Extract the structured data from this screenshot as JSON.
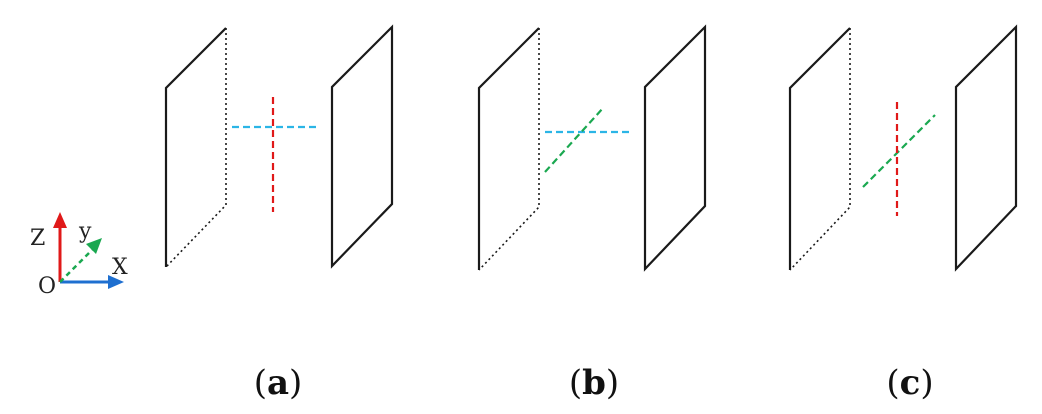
{
  "axes": {
    "origin_label": "O",
    "x_label": "X",
    "y_label": "y",
    "z_label": "Z",
    "x_color": "#1e6fd0",
    "y_color": "#1aa850",
    "z_color": "#e01919"
  },
  "colors": {
    "plate": "#1a1a1a",
    "x_line": "#2bb5e6",
    "y_line": "#1aa850",
    "z_line": "#e01919"
  },
  "panels": [
    {
      "letter": "a",
      "lines": [
        "x",
        "z"
      ]
    },
    {
      "letter": "b",
      "lines": [
        "x",
        "y"
      ]
    },
    {
      "letter": "c",
      "lines": [
        "y",
        "z"
      ]
    }
  ]
}
